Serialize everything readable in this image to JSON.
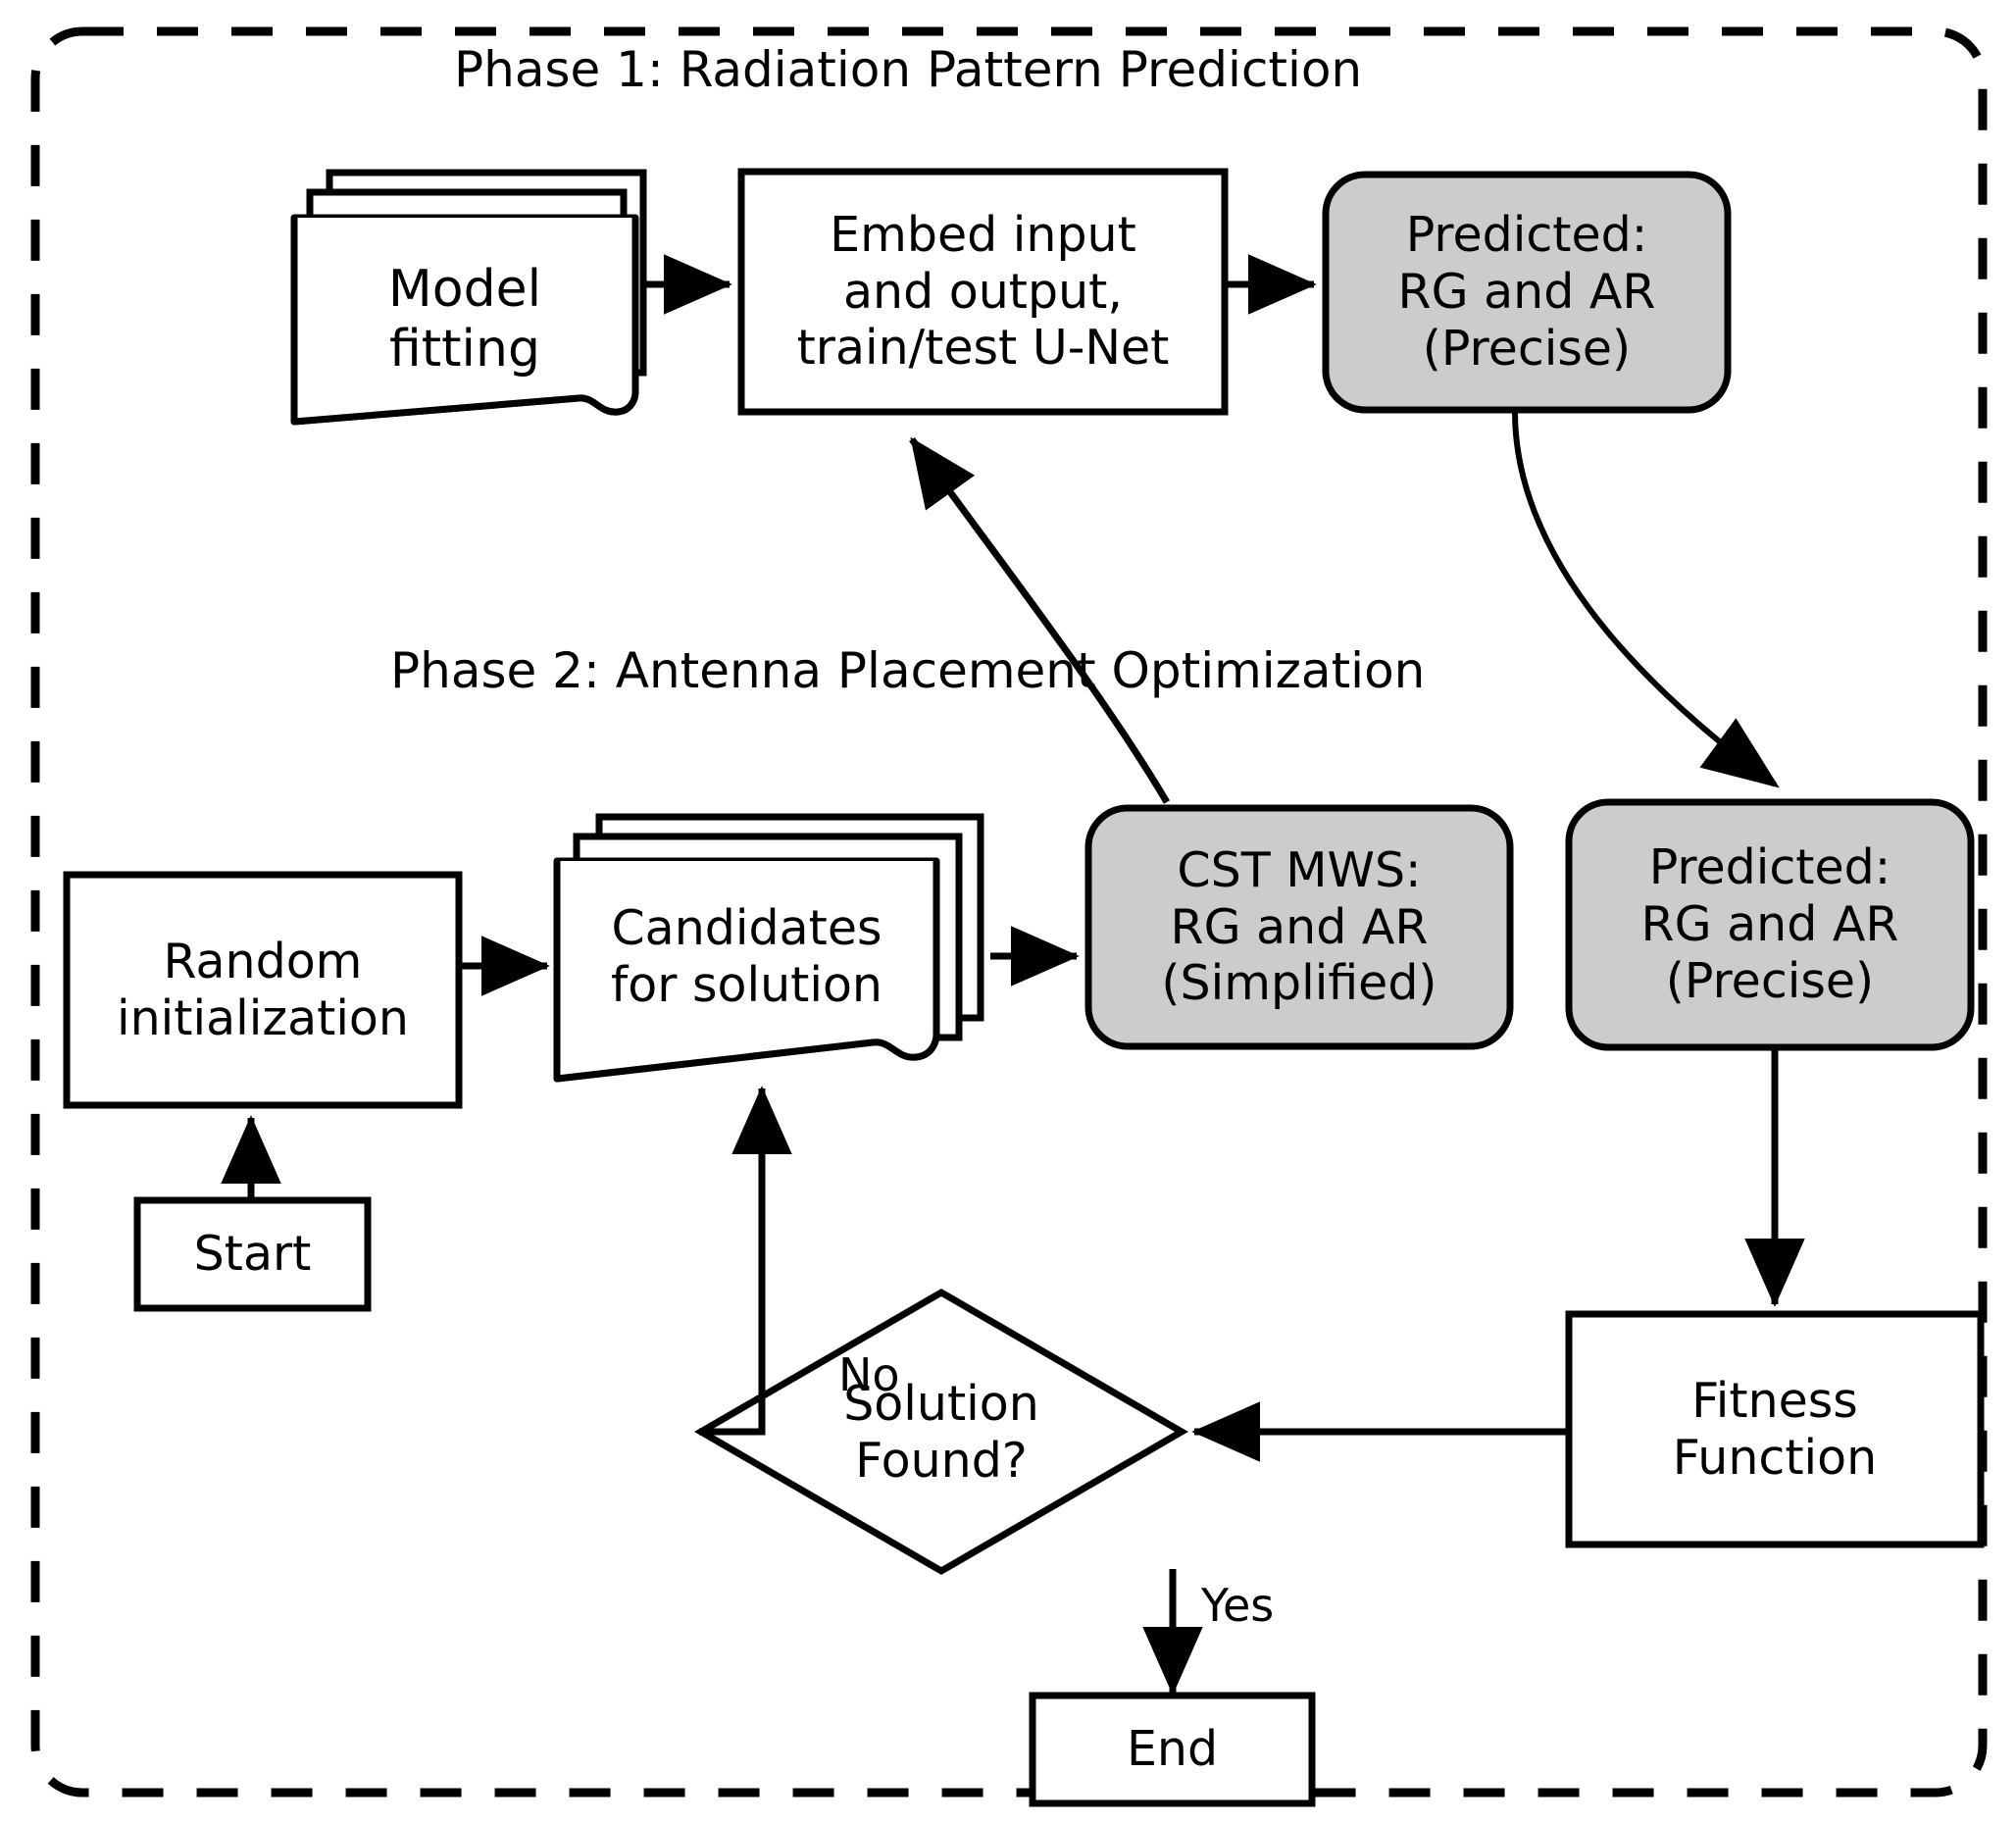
{
  "diagram": {
    "title_phase1": "Phase 1: Radiation Pattern Prediction",
    "title_phase2": "Phase 2: Antenna Placement Optimization",
    "colors": {
      "shape_fill_white": "#ffffff",
      "shape_fill_gray": "#cccccc",
      "stroke": "#000000",
      "background": "#ffffff"
    },
    "nodes": {
      "model_fitting": {
        "label": "Model\nfitting",
        "shape": "document-stack",
        "fill": "#ffffff"
      },
      "embed_input": {
        "label": "Embed input\nand output,\ntrain/test U-Net",
        "shape": "rectangle",
        "fill": "#ffffff"
      },
      "predicted_phase1": {
        "label": "Predicted:\nRG and AR\n(Precise)",
        "shape": "rounded-rectangle",
        "fill": "#cccccc"
      },
      "random_initialization": {
        "label": "Random\ninitialization",
        "shape": "rectangle",
        "fill": "#ffffff"
      },
      "start": {
        "label": "Start",
        "shape": "rectangle",
        "fill": "#ffffff"
      },
      "candidates": {
        "label": "Candidates\nfor solution",
        "shape": "document-stack",
        "fill": "#ffffff"
      },
      "cst_mws": {
        "label": "CST MWS:\nRG and AR\n(Simplified)",
        "shape": "rounded-rectangle",
        "fill": "#cccccc"
      },
      "predicted_phase2": {
        "label": "Predicted:\nRG and AR\n(Precise)",
        "shape": "rounded-rectangle",
        "fill": "#cccccc"
      },
      "fitness_function": {
        "label": "Fitness\nFunction",
        "shape": "rectangle",
        "fill": "#ffffff"
      },
      "solution_found": {
        "label": "Solution\nFound?",
        "shape": "diamond",
        "fill": "#ffffff"
      },
      "end": {
        "label": "End",
        "shape": "rectangle",
        "fill": "#ffffff"
      }
    },
    "edge_labels": {
      "no": "No",
      "yes": "Yes"
    },
    "edges": [
      {
        "from": "model_fitting",
        "to": "embed_input",
        "label": ""
      },
      {
        "from": "embed_input",
        "to": "predicted_phase1",
        "label": ""
      },
      {
        "from": "predicted_phase1",
        "to": "predicted_phase2",
        "label": ""
      },
      {
        "from": "cst_mws",
        "to": "embed_input",
        "label": ""
      },
      {
        "from": "start",
        "to": "random_initialization",
        "label": ""
      },
      {
        "from": "random_initialization",
        "to": "candidates",
        "label": ""
      },
      {
        "from": "candidates",
        "to": "cst_mws",
        "label": ""
      },
      {
        "from": "predicted_phase2",
        "to": "fitness_function",
        "label": ""
      },
      {
        "from": "fitness_function",
        "to": "solution_found",
        "label": ""
      },
      {
        "from": "solution_found",
        "to": "candidates",
        "label": "No"
      },
      {
        "from": "solution_found",
        "to": "end",
        "label": "Yes"
      }
    ]
  }
}
